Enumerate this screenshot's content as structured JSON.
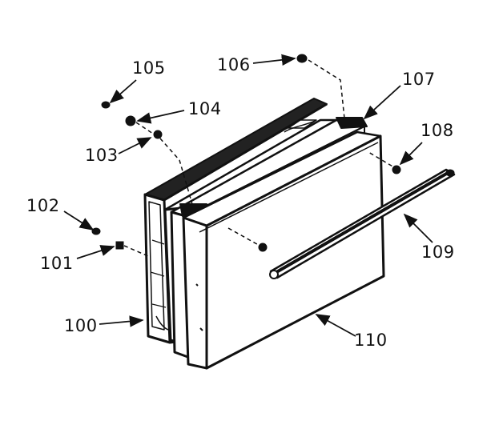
{
  "diagram": {
    "callouts": [
      {
        "id": "c100",
        "label": "100"
      },
      {
        "id": "c101",
        "label": "101"
      },
      {
        "id": "c102",
        "label": "102"
      },
      {
        "id": "c103",
        "label": "103"
      },
      {
        "id": "c104",
        "label": "104"
      },
      {
        "id": "c105",
        "label": "105"
      },
      {
        "id": "c106",
        "label": "106"
      },
      {
        "id": "c107",
        "label": "107"
      },
      {
        "id": "c108",
        "label": "108"
      },
      {
        "id": "c109",
        "label": "109"
      },
      {
        "id": "c110",
        "label": "110"
      }
    ],
    "colors": {
      "ink": "#111111",
      "paper": "#ffffff"
    }
  }
}
